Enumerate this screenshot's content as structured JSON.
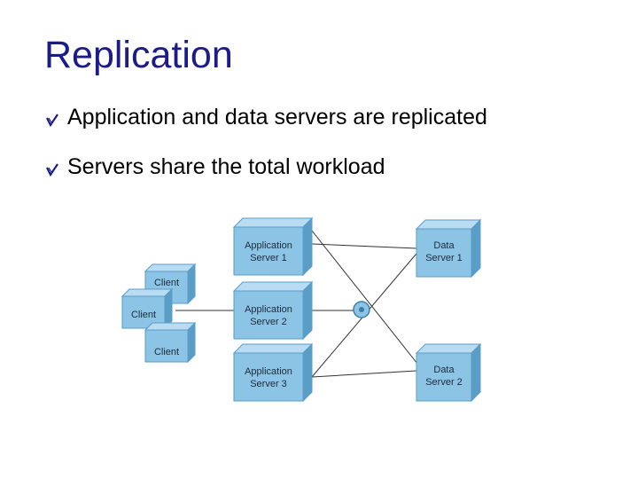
{
  "slide": {
    "title": "Replication",
    "bullets": [
      {
        "text": "Application and data servers are replicated",
        "icon": "checkmark-bullet-icon"
      },
      {
        "text": "Servers share the total workload",
        "icon": "checkmark-bullet-icon"
      }
    ]
  },
  "diagram": {
    "box_color": "#8cc4e6",
    "box_edge": "#5a9ec8",
    "clients": [
      {
        "label": "Client"
      },
      {
        "label": "Client"
      },
      {
        "label": "Client"
      }
    ],
    "app_servers": [
      {
        "line1": "Application",
        "line2": "Server 1"
      },
      {
        "line1": "Application",
        "line2": "Server 2"
      },
      {
        "line1": "Application",
        "line2": "Server 3"
      }
    ],
    "data_servers": [
      {
        "line1": "Data",
        "line2": "Server 1"
      },
      {
        "line1": "Data",
        "line2": "Server 2"
      }
    ]
  }
}
